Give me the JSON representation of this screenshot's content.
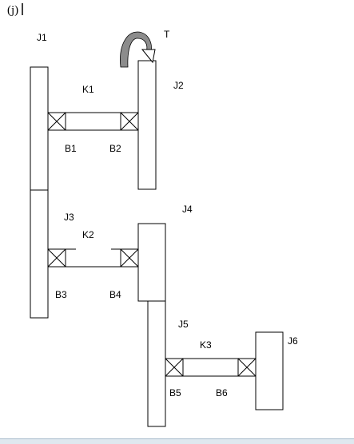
{
  "caption": "(j)",
  "labels": {
    "J1": "J1",
    "J2": "J2",
    "J3": "J3",
    "J4": "J4",
    "J5": "J5",
    "J6": "J6",
    "K1": "K1",
    "K2": "K2",
    "K3": "K3",
    "B1": "B1",
    "B2": "B2",
    "B3": "B3",
    "B4": "B4",
    "B5": "B5",
    "B6": "B6",
    "T": "T"
  },
  "colors": {
    "torque_arrow": "#8c8c8c",
    "stroke": "#000000",
    "border": "#dfe8ef"
  }
}
